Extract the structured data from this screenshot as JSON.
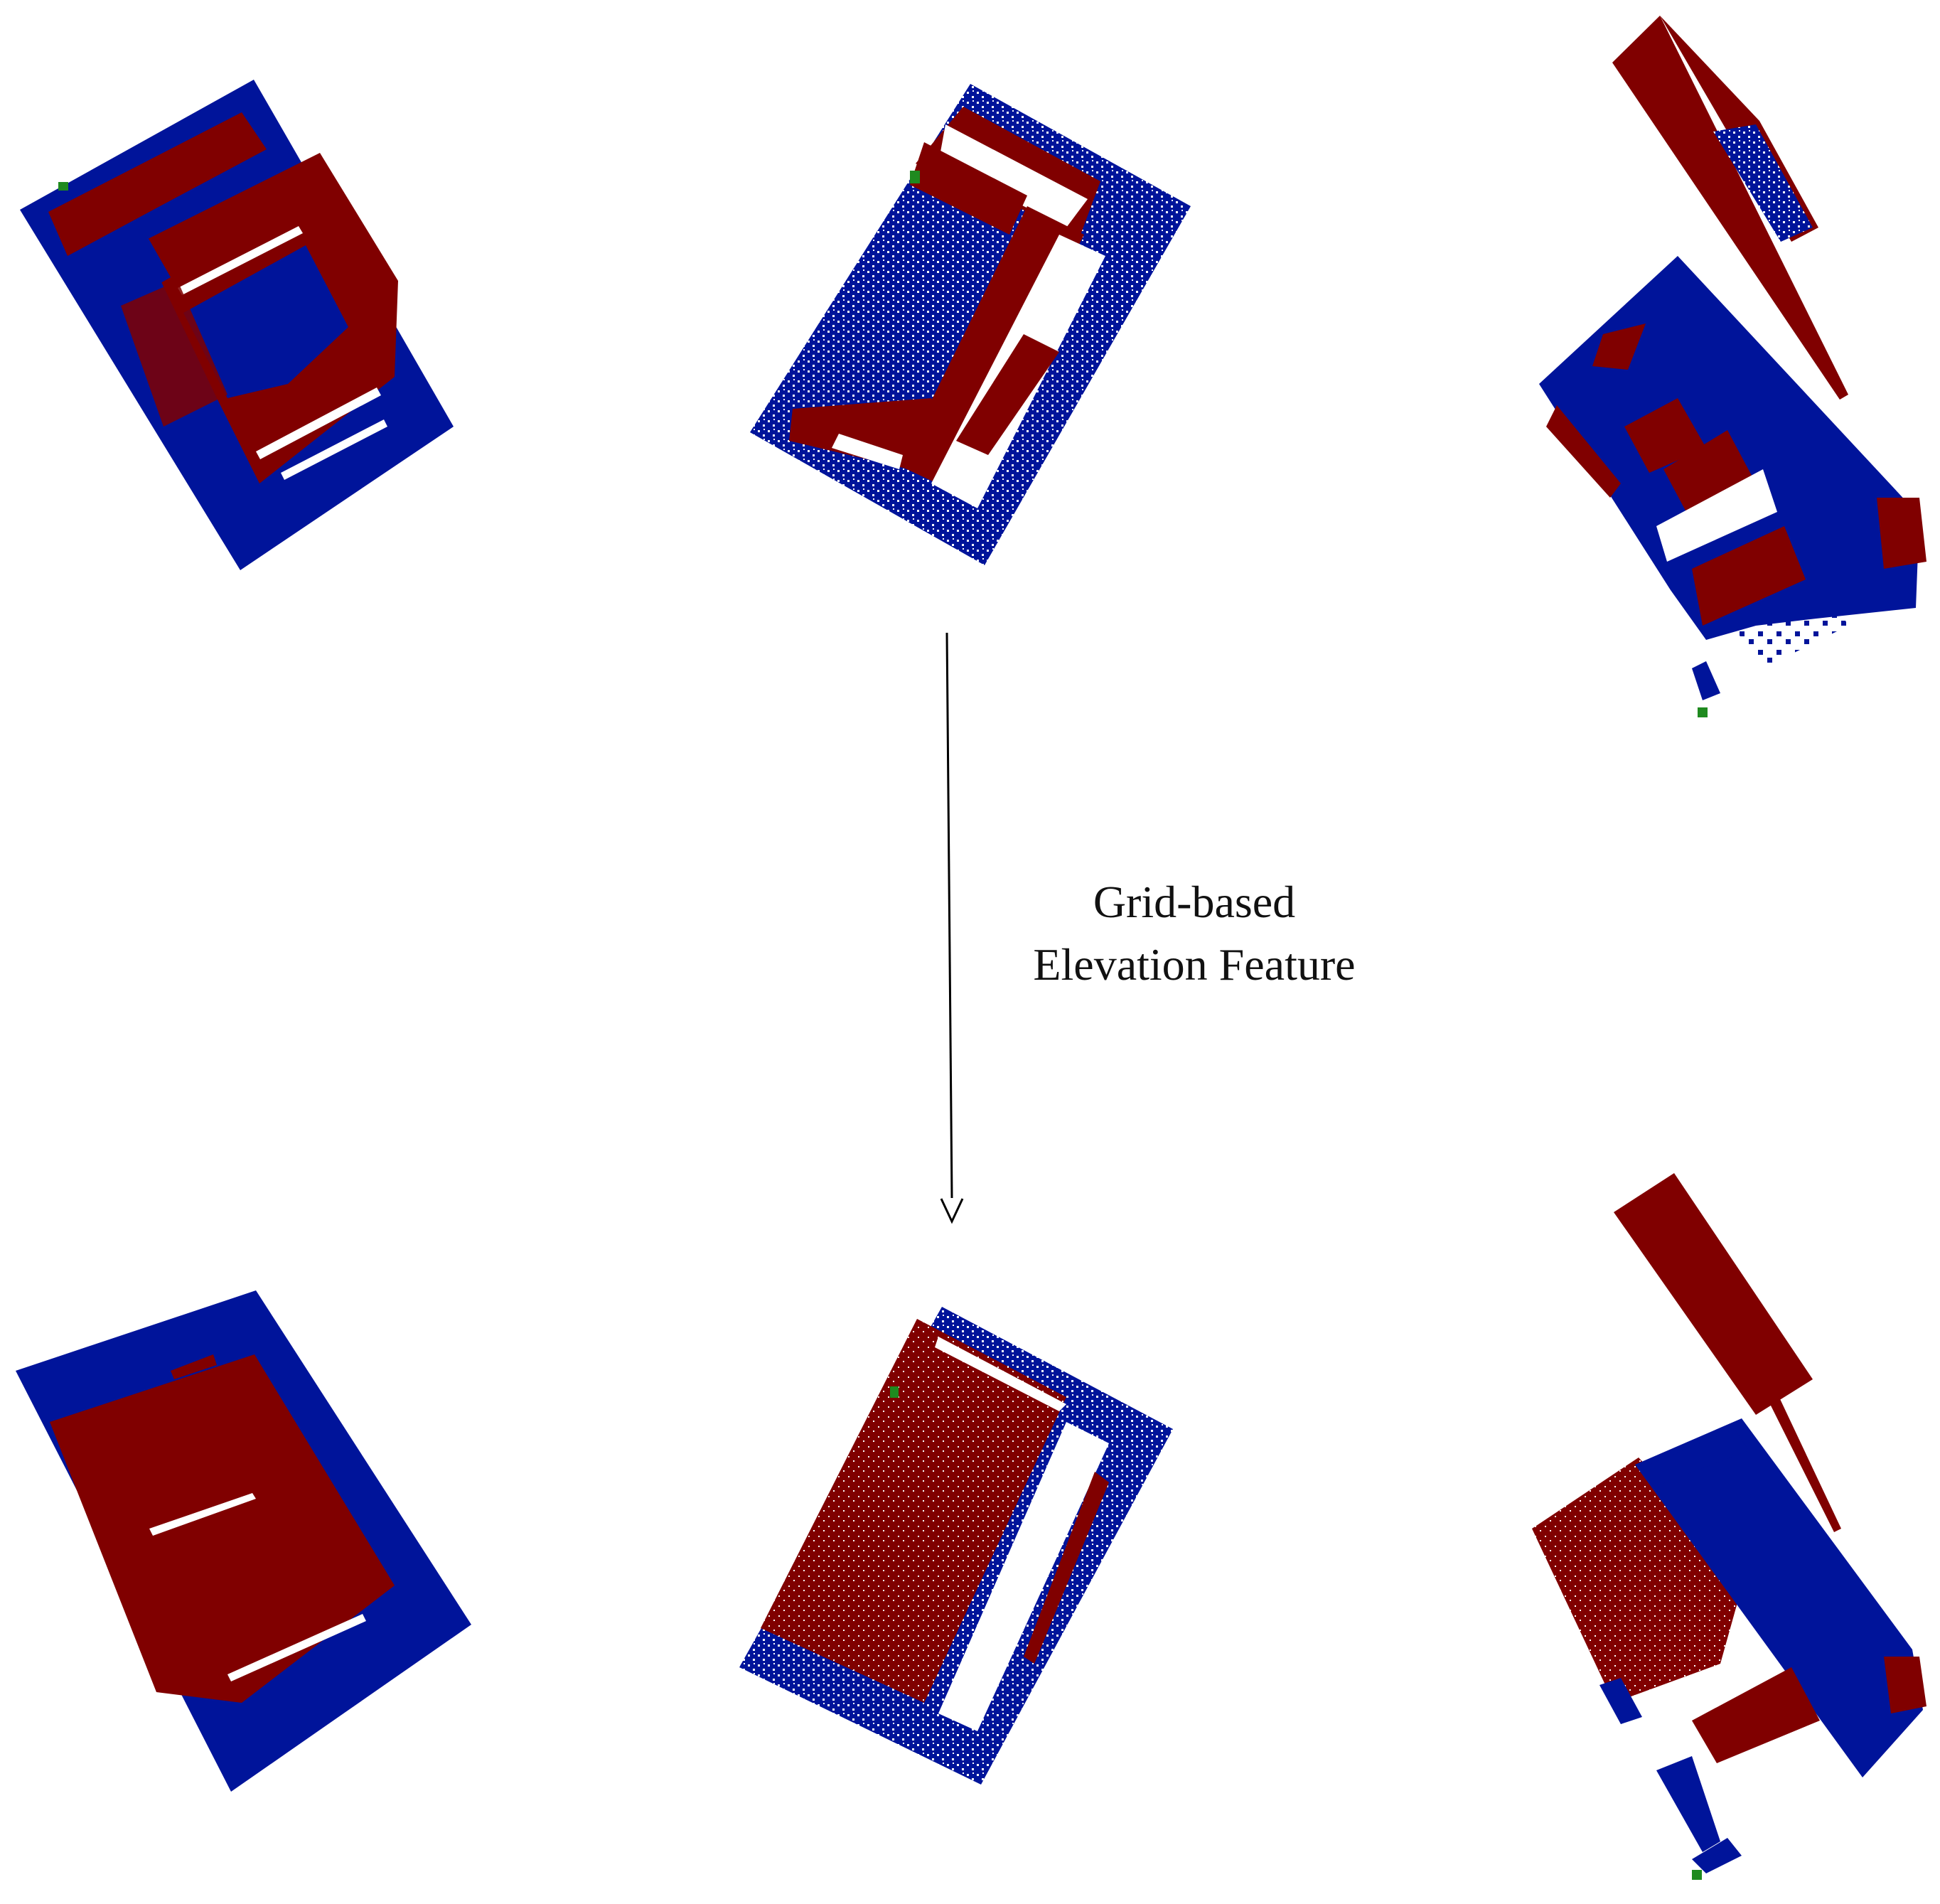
{
  "caption": {
    "line1": "Grid-based",
    "line2": "Elevation Feature"
  },
  "colors": {
    "ground": "#00149a",
    "building": "#800000",
    "vegetation": "#1f8a1f",
    "background": "#ffffff",
    "arrow": "#000000"
  },
  "panels": {
    "top": [
      "point-cloud-original-1",
      "point-cloud-original-2",
      "point-cloud-original-3"
    ],
    "bottom": [
      "point-cloud-elevation-1",
      "point-cloud-elevation-2",
      "point-cloud-elevation-3"
    ]
  }
}
